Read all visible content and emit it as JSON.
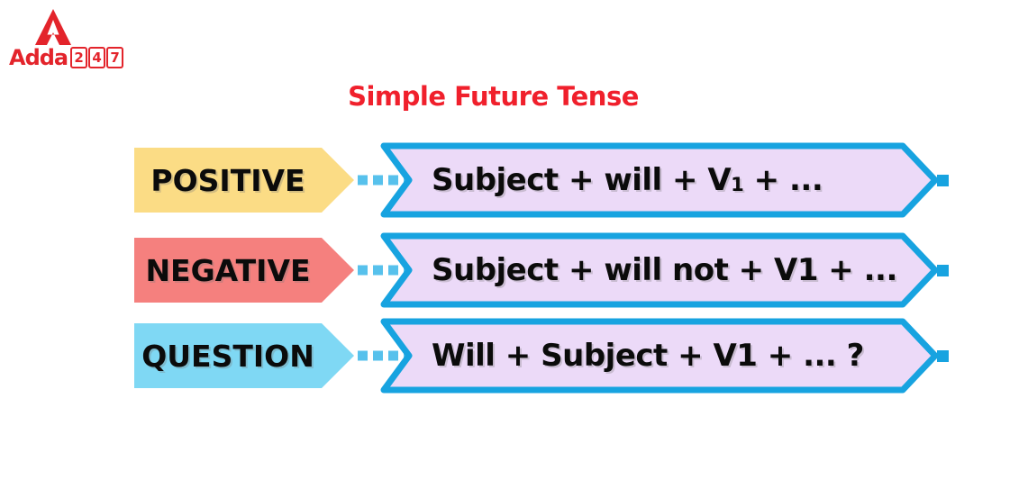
{
  "logo": {
    "brand": "Adda",
    "digits": [
      "2",
      "4",
      "7"
    ]
  },
  "title": "Simple Future Tense",
  "colors": {
    "logo_red": "#e3242b",
    "title_red": "#f0202c",
    "border_blue": "#17a3e0",
    "dots_blue": "#57c1ec",
    "ribbon_fill": "#ecdaf8",
    "banner_positive": "#fbdc85",
    "banner_negative": "#f5807e",
    "banner_question": "#7fd8f4"
  },
  "rows": [
    {
      "label": "POSITIVE",
      "banner_color": "#fbdc85",
      "formula_pre": "Subject + will + V",
      "formula_sub": "1",
      "formula_post": " + ..."
    },
    {
      "label": "NEGATIVE",
      "banner_color": "#f5807e",
      "formula_pre": "Subject + will not + V1 + ...",
      "formula_sub": "",
      "formula_post": ""
    },
    {
      "label": "QUESTION",
      "banner_color": "#7fd8f4",
      "formula_pre": "Will + Subject + V1 + ... ?",
      "formula_sub": "",
      "formula_post": ""
    }
  ]
}
